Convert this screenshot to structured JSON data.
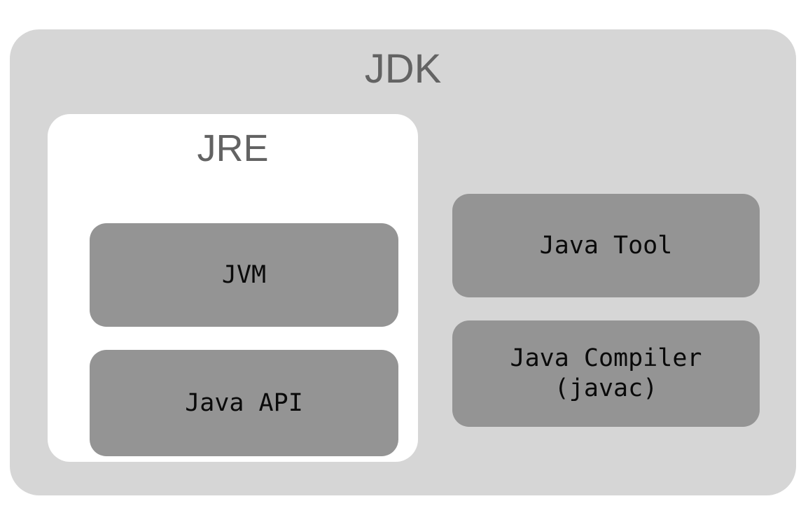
{
  "diagram": {
    "title": "JDK",
    "outer": {
      "label": "JDK",
      "bg_color": "#d6d6d6",
      "label_color": "#636363"
    },
    "inner": {
      "label": "JRE",
      "bg_color": "#ffffff",
      "label_color": "#636363"
    },
    "box_color": "#949494",
    "box_label_color": "#0a0a0a",
    "components": {
      "jvm": "JVM",
      "java_api": "Java API",
      "java_tool": "Java Tool",
      "java_compiler": "Java Compiler\n(javac)"
    }
  }
}
